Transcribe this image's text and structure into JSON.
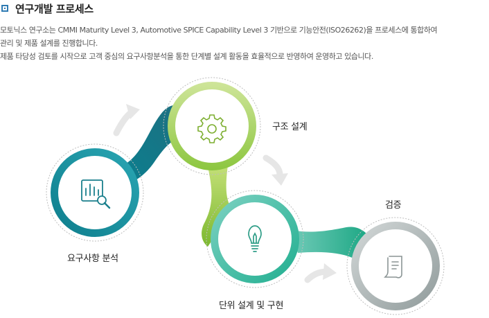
{
  "header": {
    "title": "연구개발 프로세스",
    "icon": "square-bullet-icon"
  },
  "description": {
    "line1": "모토닉스 연구소는 CMMI Maturity Level 3, Automotive SPICE Capability Level 3 기반으로 기능안전(ISO26262)을 프로세스에 통합하여",
    "line2": "관리 및 제품 설계를 진행합니다.",
    "line3": "제품 타당성 검토를 시작으로 고객 중심의 요구사항분석을 통한 단계별 설계 활동을 효율적으로 반영하여 운영하고 있습니다."
  },
  "steps": [
    {
      "label": "요구사항 분석",
      "icon": "document-search-icon",
      "color": "#1a8c99"
    },
    {
      "label": "구조 설계",
      "icon": "gear-icon",
      "color": "#9ac43c"
    },
    {
      "label": "단위 설계 및 구현",
      "icon": "lightbulb-icon",
      "color": "#3bb79f"
    },
    {
      "label": "검증",
      "icon": "receipt-icon",
      "color": "#9aa3a3"
    }
  ]
}
